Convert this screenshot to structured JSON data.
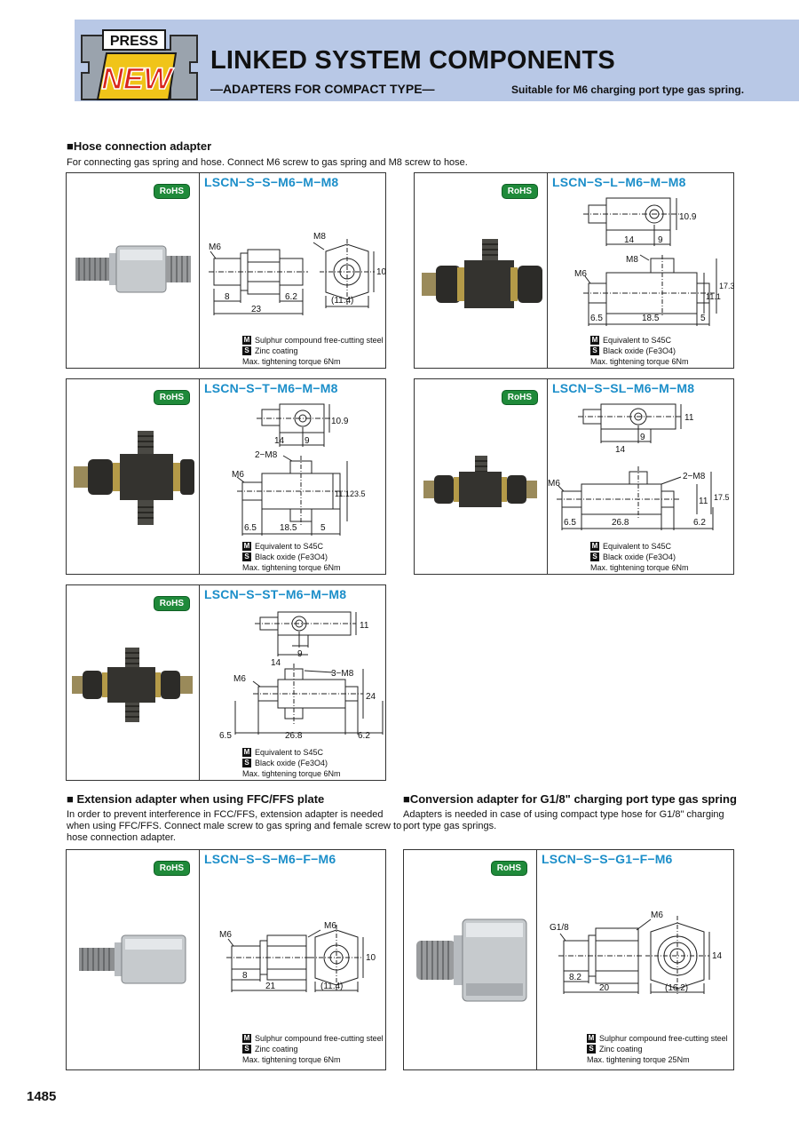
{
  "header": {
    "badge_top": "PRESS",
    "badge_main": "NEW",
    "title": "LINKED SYSTEM COMPONENTS",
    "subtitle": "—ADAPTERS FOR COMPACT TYPE—",
    "note": "Suitable for M6 charging port type gas spring."
  },
  "sections": {
    "hose": {
      "title": "■Hose connection adapter",
      "desc": "For connecting gas spring and hose. Connect M6 screw to gas spring and M8 screw to hose."
    },
    "extension": {
      "title": "■ Extension adapter when using FFC/FFS plate",
      "desc1": "In order to prevent interference in FCC/FFS, extension adapter is needed",
      "desc2": "when using FFC/FFS. Connect male screw to gas spring and female screw to",
      "desc3": "hose connection adapter."
    },
    "conversion": {
      "title": "■Conversion adapter for G1/8\" charging port type gas spring",
      "desc1": "Adapters is needed in case of using compact type hose for G1/8\" charging",
      "desc2": "port type gas springs."
    }
  },
  "rohs": "RoHS",
  "panels": {
    "p1": {
      "part": "LSCN−S−S−M6−M−M8",
      "dims": {
        "m6": "M6",
        "m8": "M8",
        "d8": "8",
        "d23": "23",
        "d62": "6.2",
        "d114": "(11.4)",
        "d10": "10"
      },
      "mat": {
        "m_code": "M",
        "m": "Sulphur compound free-cutting steel",
        "s_code": "S",
        "s": "Zinc coating",
        "torque": "Max. tightening torque 6Nm"
      }
    },
    "p2": {
      "part": "LSCN−S−L−M6−M−M8",
      "dims": {
        "d14": "14",
        "d9": "9",
        "d109": "10.9",
        "m8": "M8",
        "m6": "M6",
        "d111": "11.1",
        "d173": "17.3",
        "d65": "6.5",
        "d185": "18.5",
        "d5": "5"
      },
      "mat": {
        "m_code": "M",
        "m": "Equivalent to S45C",
        "s_code": "S",
        "s": "Black oxide (Fe3O4)",
        "torque": "Max. tightening torque 6Nm"
      }
    },
    "p3": {
      "part": "LSCN−S−T−M6−M−M8",
      "dims": {
        "d14": "14",
        "d9": "9",
        "d109": "10.9",
        "m8": "2−M8",
        "m6": "M6",
        "d111": "11.1",
        "d235": "23.5",
        "d65": "6.5",
        "d185": "18.5",
        "d5": "5"
      },
      "mat": {
        "m_code": "M",
        "m": "Equivalent to S45C",
        "s_code": "S",
        "s": "Black oxide (Fe3O4)",
        "torque": "Max. tightening torque 6Nm"
      }
    },
    "p4": {
      "part": "LSCN−S−SL−M6−M−M8",
      "dims": {
        "d14": "14",
        "d9": "9",
        "d11": "11",
        "m8": "2−M8",
        "m6": "M6",
        "d11b": "11",
        "d175": "17.5",
        "d65": "6.5",
        "d268": "26.8",
        "d62": "6.2"
      },
      "mat": {
        "m_code": "M",
        "m": "Equivalent to S45C",
        "s_code": "S",
        "s": "Black oxide (Fe3O4)",
        "torque": "Max. tightening torque 6Nm"
      }
    },
    "p5": {
      "part": "LSCN−S−ST−M6−M−M8",
      "dims": {
        "d14": "14",
        "d9": "9",
        "d11": "11",
        "m8": "3−M8",
        "m6": "M6",
        "d24": "24",
        "d65": "6.5",
        "d268": "26.8",
        "d62": "6.2"
      },
      "mat": {
        "m_code": "M",
        "m": "Equivalent to S45C",
        "s_code": "S",
        "s": "Black oxide (Fe3O4)",
        "torque": "Max. tightening torque 6Nm"
      }
    },
    "p6": {
      "part": "LSCN−S−S−M6−F−M6",
      "dims": {
        "m6a": "M6",
        "m6b": "M6",
        "d8": "8",
        "d21": "21",
        "d114": "(11.4)",
        "d10": "10"
      },
      "mat": {
        "m_code": "M",
        "m": "Sulphur compound free-cutting steel",
        "s_code": "S",
        "s": "Zinc coating",
        "torque": "Max. tightening torque 6Nm"
      }
    },
    "p7": {
      "part": "LSCN−S−S−G1−F−M6",
      "dims": {
        "g18": "G1/8",
        "m6": "M6",
        "d82": "8.2",
        "d20": "20",
        "d162": "(16.2)",
        "d14": "14"
      },
      "mat": {
        "m_code": "M",
        "m": "Sulphur compound free-cutting steel",
        "s_code": "S",
        "s": "Zinc coating",
        "torque": "Max. tightening torque 25Nm"
      }
    }
  },
  "page_number": "1485"
}
